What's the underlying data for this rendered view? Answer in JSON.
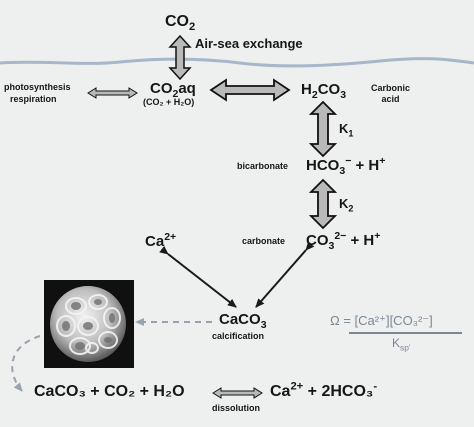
{
  "labels": {
    "co2_air": "CO",
    "co2_air_sub": "2",
    "air_sea_exchange": "Air-sea exchange",
    "photosynthesis": "photosynthesis",
    "respiration": "respiration",
    "co2aq_main": "CO",
    "co2aq_sub": "2",
    "co2aq_suffix": "aq",
    "co2aq_detail": "(CO₂ + H₂O)",
    "h2co3_h": "H",
    "h2co3_sub1": "2",
    "h2co3_co": "CO",
    "h2co3_sub2": "3",
    "carbonic_acid": "Carbonic\nacid",
    "k1": "K",
    "k1_sub": "1",
    "bicarbonate_name": "bicarbonate",
    "bicarbonate_formula": "HCO",
    "bicarbonate_sub": "3",
    "bicarbonate_sup": "−",
    "bicarbonate_plus_h": " + H",
    "bicarbonate_h_sup": "+",
    "k2": "K",
    "k2_sub": "2",
    "carbonate_name": "carbonate",
    "carbonate_formula": "CO",
    "carbonate_sub": "3",
    "carbonate_sup": "2−",
    "carbonate_plus_h": " + H",
    "carbonate_h_sup": "+",
    "calcium": "Ca",
    "calcium_sup": "2+",
    "caco3_main": "CaCO",
    "caco3_sub": "3",
    "calcification": "calcification",
    "dissolution": "dissolution",
    "eq_left": "CaCO₃ + CO₂ + H₂O",
    "eq_right_ca": "Ca",
    "eq_right_ca_sup": "2+",
    "eq_right_rest": " + 2HCO₃",
    "eq_right_sup": "-",
    "omega_numerator": "Ω = [Ca²⁺][CO₃²⁻]",
    "omega_denominator": "K",
    "omega_den_sub": "sp'"
  },
  "colors": {
    "water_line": "#a7b7c9",
    "arrow_fill": "#b9b9b9",
    "omega_text": "#7a8894",
    "dashed_arrow": "#9aa3ad"
  },
  "image": {
    "icon": "coccolithophore-micrograph"
  }
}
